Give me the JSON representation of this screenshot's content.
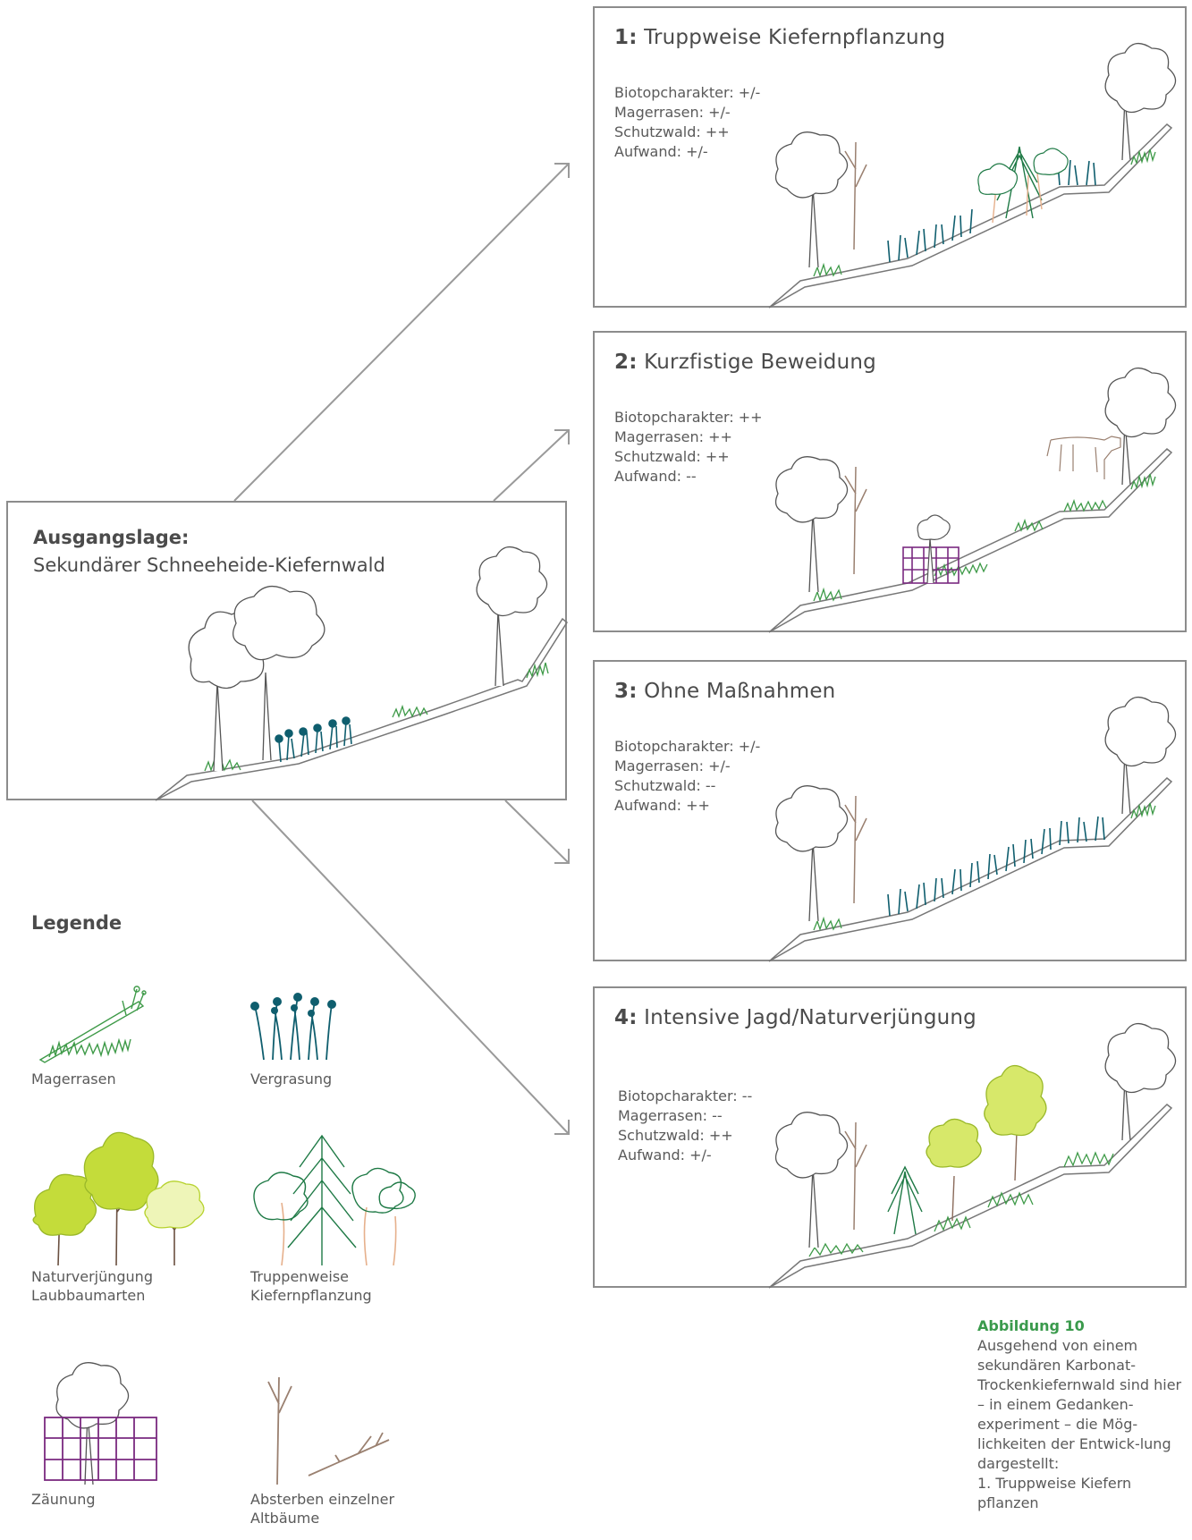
{
  "start": {
    "title_bold": "Ausgangslage:",
    "title_text": "Sekundärer Schneeheide-Kiefernwald"
  },
  "scenarios": [
    {
      "num": "1:",
      "title": "Truppweise Kiefernpflanzung",
      "ratings": [
        "Biotopcharakter: +/-",
        "Magerrasen: +/-",
        "Schutzwald: ++",
        "Aufwand: +/-"
      ]
    },
    {
      "num": "2:",
      "title": "Kurzfistige Beweidung",
      "ratings": [
        "Biotopcharakter: ++",
        "Magerrasen: ++",
        "Schutzwald: ++",
        "Aufwand: --"
      ]
    },
    {
      "num": "3:",
      "title": "Ohne Maßnahmen",
      "ratings": [
        "Biotopcharakter: +/-",
        "Magerrasen: +/-",
        "Schutzwald: --",
        "Aufwand: ++"
      ]
    },
    {
      "num": "4:",
      "title": "Intensive Jagd/Naturverjüngung",
      "ratings": [
        "Biotopcharakter: --",
        "Magerrasen: --",
        "Schutzwald: ++",
        "Aufwand: +/-"
      ]
    }
  ],
  "legend": {
    "title": "Legende",
    "items": [
      {
        "label": "Magerrasen"
      },
      {
        "label": "Vergrasung"
      },
      {
        "label": "Naturverjüngung Laubbaumarten"
      },
      {
        "label": "Truppenweise Kiefernpflanzung"
      },
      {
        "label": "Zäunung"
      },
      {
        "label": "Absterben einzelner Altbäume"
      }
    ]
  },
  "caption": {
    "title": "Abbildung 10",
    "text": "Ausgehend von einem sekundären Karbonat-Trockenkiefernwald sind hier – in einem Gedanken-experiment – die Mög-lichkeiten der Entwick-lung dargestellt:",
    "list_item": "1. Truppweise Kiefern pflanzen"
  },
  "colors": {
    "frame": "#8c8c8c",
    "magerrasen": "#3e9a48",
    "vergrasung": "#0f5e6e",
    "laubbaum": "#b6d22d",
    "kiefer": "#1f7a46",
    "stamm_kiefer": "#e6b08c",
    "zaun": "#7a2a80",
    "altbaum": "#9a8070",
    "tree_outline": "#555555",
    "caption_title": "#3a9a4c"
  }
}
